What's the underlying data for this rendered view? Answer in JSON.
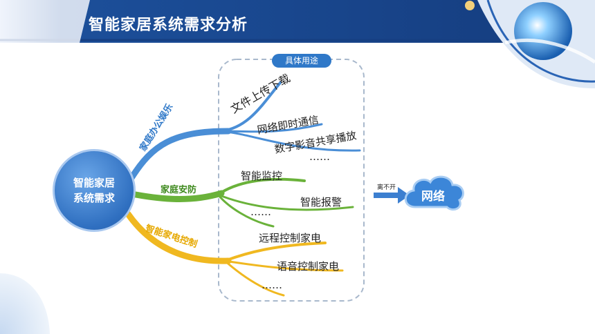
{
  "title": "智能家居系统需求分析",
  "badge": "具体用途",
  "center": {
    "line1": "智能家居",
    "line2": "系统需求"
  },
  "branches": [
    {
      "label": "家庭办公娱乐",
      "color": "#4a8ed6",
      "items": [
        "文件上传下载",
        "网络即时通信",
        "数字影音共享播放",
        "……"
      ]
    },
    {
      "label": "家庭安防",
      "color": "#6ab23a",
      "items": [
        "智能监控",
        "智能报警",
        "……"
      ]
    },
    {
      "label": "智能家电控制",
      "color": "#f0b820",
      "items": [
        "远程控制家电",
        "语音控制家电",
        "……"
      ]
    }
  ],
  "arrow_label": "离不开",
  "network": "网络",
  "colors": {
    "title_bg": "#1c4f9a",
    "accent": "#2f78c8",
    "dash": "#a8b8cc"
  }
}
